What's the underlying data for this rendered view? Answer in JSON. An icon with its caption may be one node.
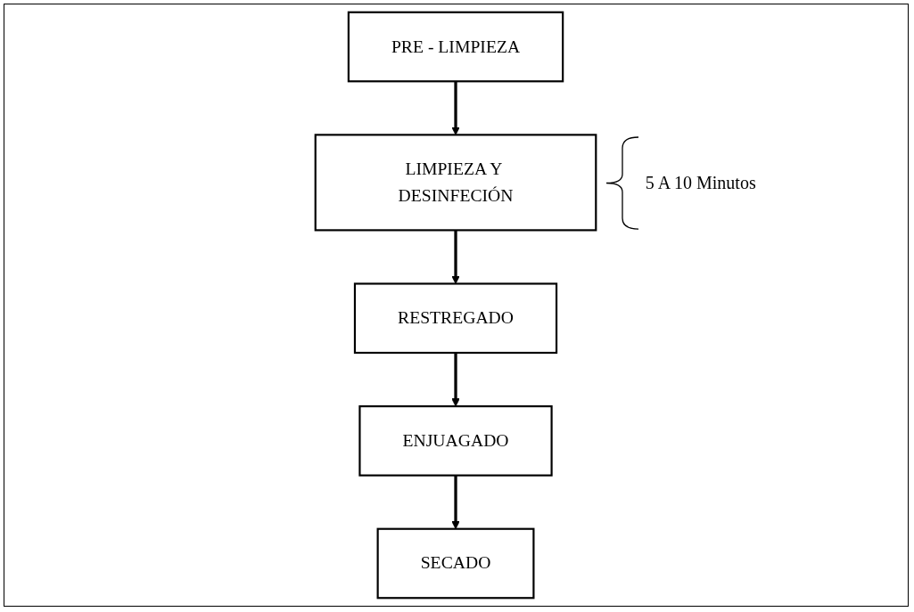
{
  "diagram": {
    "nodes": [
      {
        "text": [
          "PRE - LIMPIEZA"
        ]
      },
      {
        "text": [
          "LIMPIEZA Y DESINFECIÓN"
        ],
        "beside": [
          "5 A 10 Minutos"
        ]
      },
      {
        "text": [
          "RESTREGADO"
        ]
      },
      {
        "text": [
          "ENJUAGADO"
        ]
      },
      {
        "text": [
          "SECADO"
        ]
      }
    ],
    "edges": [
      {
        "from": 0,
        "to": 1,
        "arrow": "to"
      },
      {
        "from": 1,
        "to": 2,
        "arrow": "to"
      },
      {
        "from": 2,
        "to": 3,
        "arrow": "to"
      },
      {
        "from": 3,
        "to": 4,
        "arrow": "to"
      }
    ]
  }
}
